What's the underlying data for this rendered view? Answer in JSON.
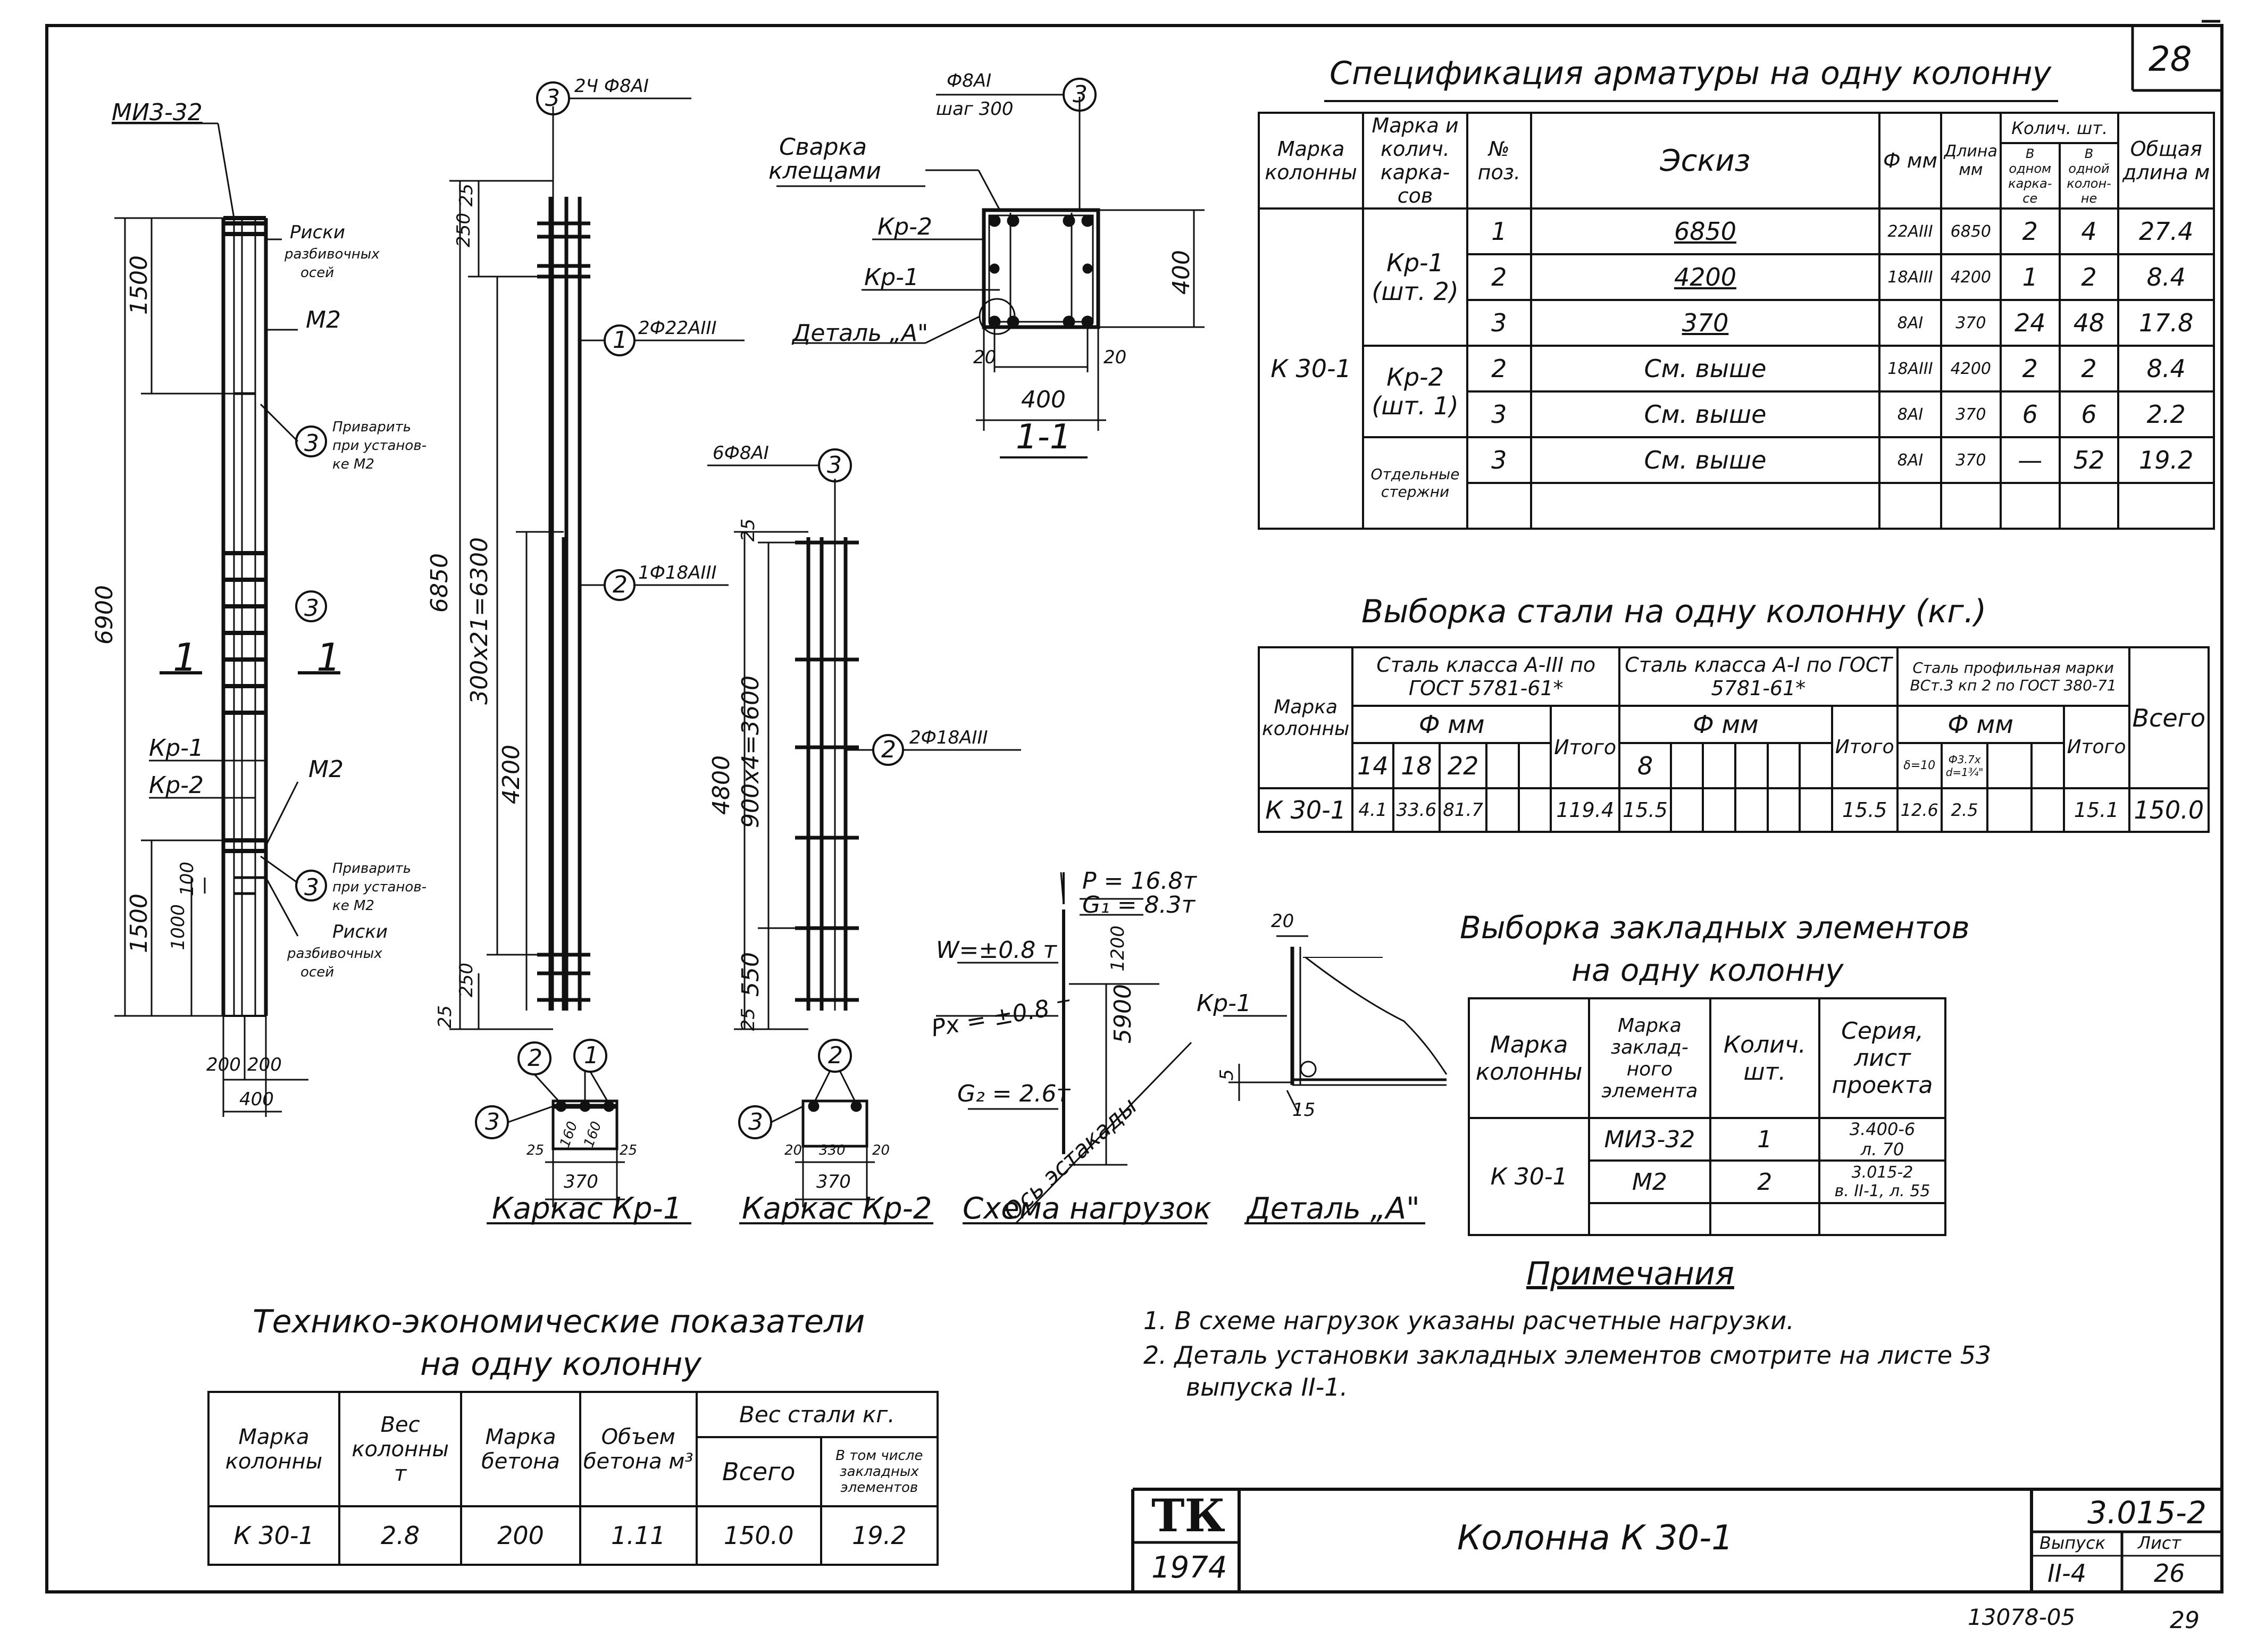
{
  "sheet_no": "28",
  "stamp_bottom": "13078-05",
  "stamp_bottom_page": "29",
  "elevation": {
    "mark_top": "МИ3-32",
    "risks_top": [
      "Риски",
      "разбивочных",
      "осей"
    ],
    "m2_top": "М2",
    "weld_top": [
      "Приварить",
      "при установ-",
      "ке М2"
    ],
    "kr1": "Кр-1",
    "kr2": "Кр-2",
    "m2_bot": "М2",
    "weld_bot": [
      "Приварить",
      "при установ-",
      "ке М2"
    ],
    "risks_bot": [
      "Риски",
      "разбивочных",
      "осей"
    ],
    "dim_total": "6900",
    "dim_top": "1500",
    "dim_bot": "1500",
    "dim_1000": "1000",
    "dim_100": "100",
    "dim_w1": "200",
    "dim_w2": "200",
    "dim_400": "400",
    "section_left": "1",
    "section_right": "1",
    "pos3": "3"
  },
  "cage1": {
    "callout_top": "2Ч Ф8АI",
    "callout_1": "2Ф22АIII",
    "callout_2": "1Ф18АIII",
    "dim_total": "6850",
    "dim_mid": "300х21=6300",
    "dim_4200": "4200",
    "dim_top": "250",
    "dim_25": "25",
    "dim_bot": "250",
    "dim_25b": "25",
    "sec_dims": [
      "25",
      "160",
      "160",
      "25"
    ],
    "sec_width": "370",
    "title": "Каркас Кр-1"
  },
  "cage2": {
    "callout_top": "6Ф8АI",
    "callout_2": "2Ф18АIII",
    "dim_total": "4800",
    "dim_mid": "900х4=3600",
    "dim_550": "550",
    "dim_25": "25",
    "dim_25b": "25",
    "sec_dims": [
      "20",
      "330",
      "20"
    ],
    "sec_width": "370",
    "title": "Каркас Кр-2"
  },
  "section11": {
    "callout": "Ф8АI",
    "callout2": "шаг 300",
    "weld": [
      "Сварка",
      "клещами"
    ],
    "kr2": "Кр-2",
    "kr1": "Кр-1",
    "detail": "Деталь „А\"",
    "dim_h": "400",
    "dim_w": "400",
    "dim_20a": "20",
    "dim_20b": "20",
    "title": "1-1"
  },
  "loads": {
    "p": "Р = 16.8т",
    "g1": "G₁ = 8.3т",
    "w": "W=±0.8 т",
    "px": "Рх = ±0.8 т",
    "g2": "G₂ = 2.6т",
    "h": "5900",
    "h2": "1200",
    "axis": "Ось эстакады",
    "title": "Схема нагрузок"
  },
  "detailA": {
    "kr1": "Кр-1",
    "d20": "20",
    "d5": "5",
    "d15": "15",
    "title": "Деталь „А\""
  },
  "spec": {
    "title": "Спецификация арматуры на одну колонну",
    "headers": [
      "Марка колонны",
      "Марка и колич. карка- сов",
      "№ поз.",
      "Эскиз",
      "Ф мм",
      "Длина мм",
      "В одном карка- се",
      "В одной колон- не",
      "Общая длина м"
    ],
    "header_qty": "Колич. шт.",
    "col_mark": "К 30-1",
    "groups": [
      {
        "name": "Кр-1",
        "sub": "(шт. 2)"
      },
      {
        "name": "Кр-2",
        "sub": "(шт. 1)"
      },
      {
        "name": "Отдельные",
        "sub": "стержни"
      }
    ],
    "rows": [
      {
        "pos": "1",
        "sketch": "6850",
        "d": "22АIII",
        "len": "6850",
        "q1": "2",
        "q2": "4",
        "tot": "27.4"
      },
      {
        "pos": "2",
        "sketch": "4200",
        "d": "18АIII",
        "len": "4200",
        "q1": "1",
        "q2": "2",
        "tot": "8.4"
      },
      {
        "pos": "3",
        "sketch": "370",
        "d": "8АI",
        "len": "370",
        "q1": "24",
        "q2": "48",
        "tot": "17.8"
      },
      {
        "pos": "2",
        "sketch": "См. выше",
        "d": "18АIII",
        "len": "4200",
        "q1": "2",
        "q2": "2",
        "tot": "8.4"
      },
      {
        "pos": "3",
        "sketch": "См. выше",
        "d": "8АI",
        "len": "370",
        "q1": "6",
        "q2": "6",
        "tot": "2.2"
      },
      {
        "pos": "3",
        "sketch": "См. выше",
        "d": "8АI",
        "len": "370",
        "q1": "—",
        "q2": "52",
        "tot": "19.2"
      }
    ]
  },
  "steel": {
    "title": "Выборка стали на одну колонну (кг.)",
    "h_mark": "Марка колонны",
    "h_a3": "Сталь класса А-III по ГОСТ 5781-61*",
    "h_a1": "Сталь класса А-I по ГОСТ 5781-61*",
    "h_prof": "Сталь профильная марки ВСт.3 кп 2 по ГОСТ 380-71",
    "h_fmm": "Ф мм",
    "h_total": "Итого",
    "h_all": "Всего",
    "a3_d": [
      "14",
      "18",
      "22"
    ],
    "a1_d": [
      "8"
    ],
    "prof_d": [
      "δ=10",
      "Ф3.7х d=1¾\""
    ],
    "row": {
      "mark": "К 30-1",
      "a3": [
        "4.1",
        "33.6",
        "81.7"
      ],
      "a3_tot": "119.4",
      "a1": [
        "15.5"
      ],
      "a1_tot": "15.5",
      "prof": [
        "12.6",
        "2.5"
      ],
      "prof_tot": "15.1",
      "all": "150.0"
    }
  },
  "embed": {
    "title1": "Выборка закладных элементов",
    "title2": "на одну колонну",
    "headers": [
      "Марка колонны",
      "Марка заклад- ного элемента",
      "Колич. шт.",
      "Серия, лист проекта"
    ],
    "mark": "К 30-1",
    "rows": [
      {
        "el": "МИ3-32",
        "qty": "1",
        "ser1": "3.400-6",
        "ser2": "л. 70"
      },
      {
        "el": "М2",
        "qty": "2",
        "ser1": "3.015-2",
        "ser2": "в. II-1, л. 55"
      }
    ]
  },
  "notes": {
    "title": "Примечания",
    "items": [
      "1. В схеме нагрузок указаны расчетные нагрузки.",
      "2. Деталь установки закладных элементов смотрите на листе 53",
      "выпуска II-1."
    ]
  },
  "tech": {
    "title1": "Технико-экономические показатели",
    "title2": "на одну колонну",
    "headers": [
      "Марка колонны",
      "Вес колонны т",
      "Марка бетона",
      "Объем бетона м³",
      "Вес стали кг.",
      "Всего",
      "В том числе закладных элементов"
    ],
    "row": [
      "К 30-1",
      "2.8",
      "200",
      "1.11",
      "150.0",
      "19.2"
    ]
  },
  "titleblock": {
    "logo": "ТК",
    "year": "1974",
    "name": "Колонна К 30-1",
    "series": "3.015-2",
    "issue_label": "Выпуск",
    "issue": "II-4",
    "sheet_label": "Лист",
    "sheet": "26"
  }
}
